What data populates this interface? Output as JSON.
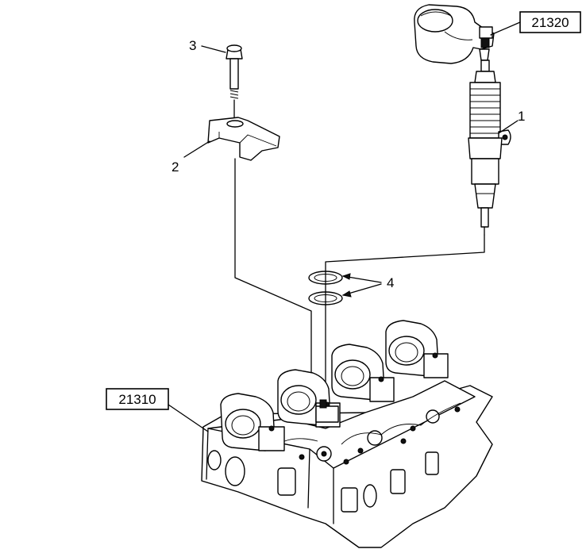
{
  "references": {
    "rocker_arm_ref": "21320",
    "cylinder_head_ref": "21310"
  },
  "callouts": {
    "injector": "1",
    "clamp": "2",
    "bolt": "3",
    "seal_rings": "4"
  }
}
